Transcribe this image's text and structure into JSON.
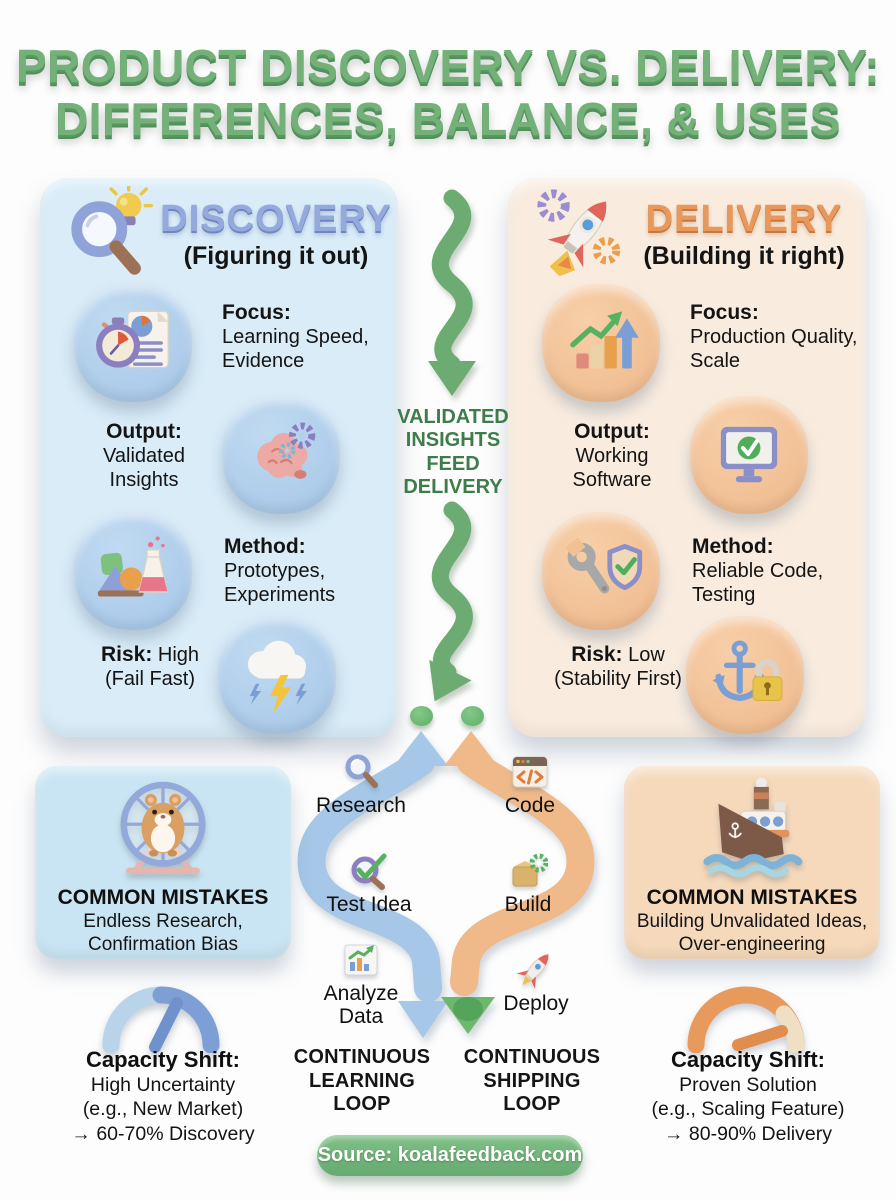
{
  "title": {
    "line1": "PRODUCT DISCOVERY VS. DELIVERY:",
    "line2": "DIFFERENCES, BALANCE, & USES"
  },
  "colors": {
    "title_green": "#74b179",
    "bridge_green": "#3e7d4a",
    "arrow_green": "#6cab72",
    "discovery_card_bg": "#d9ecf8",
    "discovery_bubble": "#a9c9e8",
    "discovery_title": "#94a9dd",
    "delivery_card_bg": "#f9ecdf",
    "delivery_bubble": "#f0b98c",
    "delivery_title": "#e8985a",
    "mistakes_blue_bg": "#c9e5f3",
    "mistakes_peach_bg": "#f6d9bb",
    "loop_blue": "#a6c7e7",
    "loop_orange": "#f0b98a",
    "source_pill_green": "#6fb377"
  },
  "discovery": {
    "icon": "magnifier-lightbulb-icon",
    "title": "DISCOVERY",
    "subtitle": "(Figuring it out)",
    "focus": {
      "icon": "stopwatch-report-icon",
      "label": "Focus:",
      "text": "Learning Speed, Evidence"
    },
    "output": {
      "icon": "brain-gears-icon",
      "label": "Output:",
      "text": "Validated Insights"
    },
    "method": {
      "icon": "prototype-flask-icon",
      "label": "Method:",
      "text": "Prototypes, Experiments"
    },
    "risk": {
      "icon": "storm-cloud-icon",
      "label": "Risk:",
      "value": "High",
      "note": "(Fail Fast)"
    }
  },
  "delivery": {
    "icon": "rocket-gears-icon",
    "title": "DELIVERY",
    "subtitle": "(Building it right)",
    "focus": {
      "icon": "growth-chart-icon",
      "label": "Focus:",
      "text": "Production Quality, Scale"
    },
    "output": {
      "icon": "monitor-check-icon",
      "label": "Output:",
      "text": "Working Software"
    },
    "method": {
      "icon": "wrench-shield-icon",
      "label": "Method:",
      "text": "Reliable Code, Testing"
    },
    "risk": {
      "icon": "anchor-lock-icon",
      "label": "Risk:",
      "value": "Low",
      "note": "(Stability First)"
    }
  },
  "bridge": {
    "text": "VALIDATED INSIGHTS FEED DELIVERY",
    "arrow_icon": "wavy-down-arrow-icon"
  },
  "learning_loop": {
    "caption": "CONTINUOUS LEARNING LOOP",
    "steps": [
      {
        "icon": "research-magnifier-icon",
        "label": "Research"
      },
      {
        "icon": "test-idea-icon",
        "label": "Test Idea"
      },
      {
        "icon": "analyze-data-icon",
        "label": "Analyze Data"
      }
    ]
  },
  "shipping_loop": {
    "caption": "CONTINUOUS SHIPPING LOOP",
    "steps": [
      {
        "icon": "code-window-icon",
        "label": "Code"
      },
      {
        "icon": "build-package-icon",
        "label": "Build"
      },
      {
        "icon": "deploy-rocket-icon",
        "label": "Deploy"
      }
    ]
  },
  "discovery_mistakes": {
    "icon": "hamster-wheel-icon",
    "title": "COMMON MISTAKES",
    "text": "Endless Research, Confirmation Bias"
  },
  "delivery_mistakes": {
    "icon": "steamship-icon",
    "title": "COMMON MISTAKES",
    "text": "Building Unvalidated Ideas, Over-engineering"
  },
  "discovery_capacity": {
    "icon": "gauge-blue-icon",
    "label": "Capacity Shift:",
    "line1": "High Uncertainty",
    "line2": "(e.g., New Market)",
    "line3": "→ 60-70% Discovery"
  },
  "delivery_capacity": {
    "icon": "gauge-orange-icon",
    "label": "Capacity Shift:",
    "line1": "Proven Solution",
    "line2": "(e.g., Scaling Feature)",
    "line3": "→ 80-90% Delivery"
  },
  "footer": {
    "source": "Source: koalafeedback.com"
  }
}
